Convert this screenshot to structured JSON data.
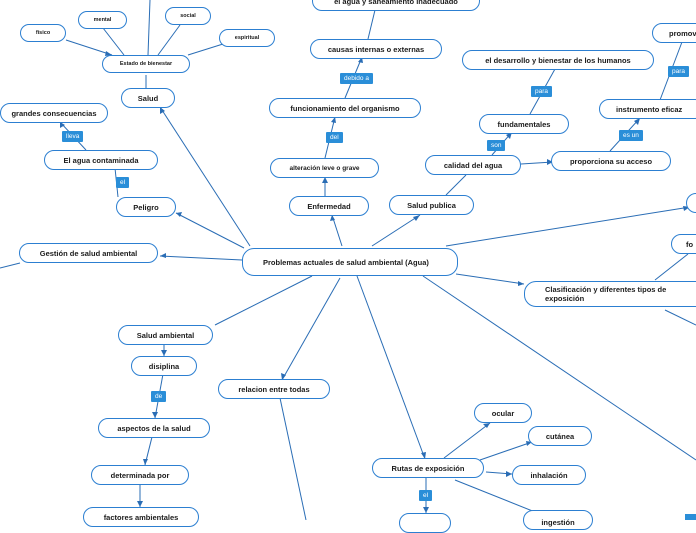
{
  "central": "Problemas actuales de salud ambiental (Agua)",
  "nodes": {
    "fisico": "físico",
    "mental": "mental",
    "social": "social",
    "espiritual": "espiritual",
    "estado_bienestar": "Estado de bienestar",
    "salud": "Salud",
    "grandes_consecuencias": "grandes consecuencias",
    "agua_contaminada": "El agua contaminada",
    "peligro": "Peligro",
    "gestion": "Gestión de salud ambiental",
    "agua_saneamiento": "el agua y saneamiento inadecuado",
    "causas": "causas internas o externas",
    "funcionamiento": "funcionamiento del organismo",
    "alteracion": "alteración leve o grave",
    "enfermedad": "Enfermedad",
    "desarrollo": "el desarrollo y bienestar de los humanos",
    "fundamentales": "fundamentales",
    "calidad": "calidad del agua",
    "salud_publica": "Salud publica",
    "promov": "promov",
    "instrumento": "instrumento eficaz",
    "proporciona": "proporciona su acceso",
    "fo": "fo",
    "clasificacion": "Clasificación y diferentes tipos de exposición",
    "salud_ambiental": "Salud ambiental",
    "disciplina": "disiplina",
    "aspectos": "aspectos de la salud",
    "determinada": "determinada por",
    "factores": "factores ambientales",
    "relacion": "relacion entre todas",
    "rutas": "Rutas de exposición",
    "ocular": "ocular",
    "cutanea": "cutánea",
    "inhalacion": "inhalación",
    "ingestion": "ingestión"
  },
  "links": {
    "lleva": "lleva",
    "el_1": "el",
    "debido_a": "debido a",
    "del": "del",
    "para_1": "para",
    "son": "son",
    "para_2": "para",
    "es_un": "es un",
    "de": "de",
    "el_2": "el"
  },
  "colors": {
    "border": "#2c7fd1",
    "label_bg": "#2a8ed8",
    "line": "#2a6db5"
  }
}
